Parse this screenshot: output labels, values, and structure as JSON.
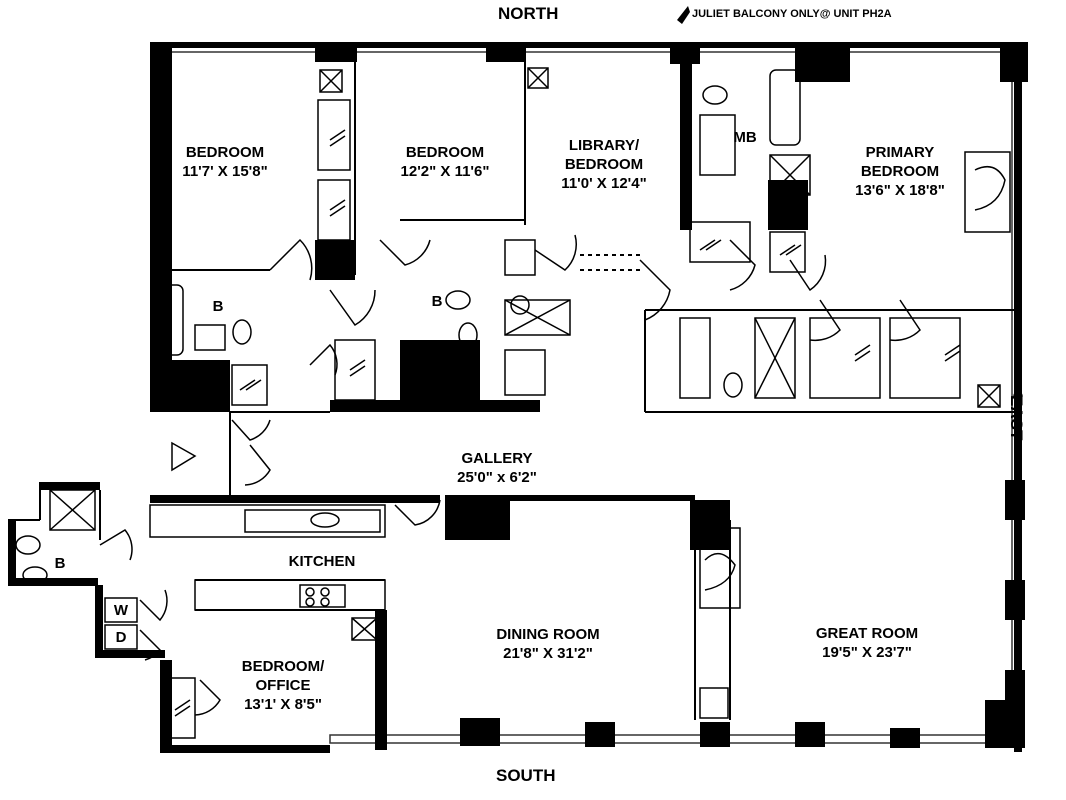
{
  "compass": {
    "north": "NORTH",
    "south": "SOUTH",
    "east": "EAST"
  },
  "note": "JULIET BALCONY ONLY@ UNIT PH2A",
  "rooms": {
    "bedroom1": {
      "name": "BEDROOM",
      "dims": "11'7' X 15'8\""
    },
    "bedroom2": {
      "name": "BEDROOM",
      "dims": "12'2\" X 11'6\""
    },
    "library": {
      "name1": "LIBRARY/",
      "name2": "BEDROOM",
      "dims": "11'0' X 12'4\""
    },
    "primary": {
      "name1": "PRIMARY",
      "name2": "BEDROOM",
      "dims": "13'6\" X 18'8\""
    },
    "gallery": {
      "name": "GALLERY",
      "dims": "25'0\" x 6'2\""
    },
    "kitchen": {
      "name": "KITCHEN"
    },
    "dining": {
      "name": "DINING ROOM",
      "dims": "21'8\" X 31'2\""
    },
    "great": {
      "name": "GREAT ROOM",
      "dims": "19'5\" X 23'7\""
    },
    "office": {
      "name1": "BEDROOM/",
      "name2": "OFFICE",
      "dims": "13'1' X 8'5\""
    }
  },
  "baths": {
    "b1": "B",
    "b2": "B",
    "b3": "B",
    "mb": "MB"
  },
  "laundry": {
    "washer": "W",
    "dryer": "D"
  }
}
